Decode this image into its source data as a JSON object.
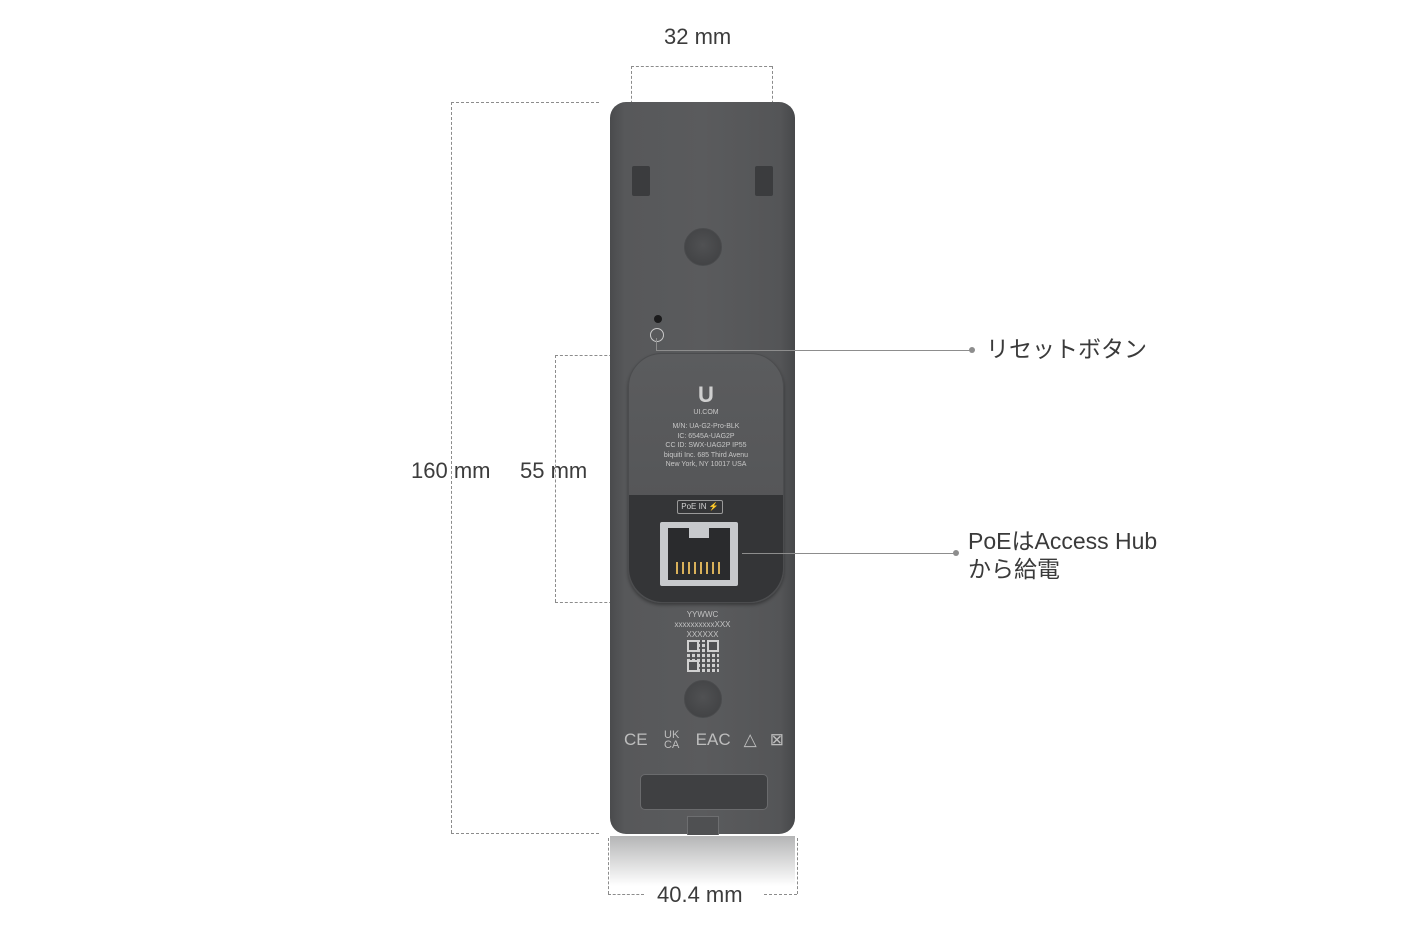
{
  "dimensions": {
    "width_top": "32 mm",
    "height_total": "160 mm",
    "height_module": "55 mm",
    "width_bottom": "40.4 mm"
  },
  "callouts": {
    "reset": "リセットボタン",
    "poe_line1": "PoEはAccess Hub",
    "poe_line2": "から給電"
  },
  "device_label": {
    "brand": "UI.COM",
    "model": "M/N: UA-G2-Pro-BLK",
    "ic": "IC: 6545A-UAG2P",
    "cc": "CC ID: SWX-UAG2P   IP55",
    "address1": "biquiti Inc. 685 Third Avenu",
    "address2": "New York, NY 10017 USA",
    "port": "PoE IN ⚡",
    "serial1": "YYWWC",
    "serial2": "xxxxxxxxxxXXX",
    "serial3": "XXXXXX",
    "cert_marks": [
      "CE",
      "UK CA",
      "EAC",
      "△",
      "⊠"
    ]
  },
  "colors": {
    "device": "#58595b",
    "dash": "#8c8c8c"
  }
}
